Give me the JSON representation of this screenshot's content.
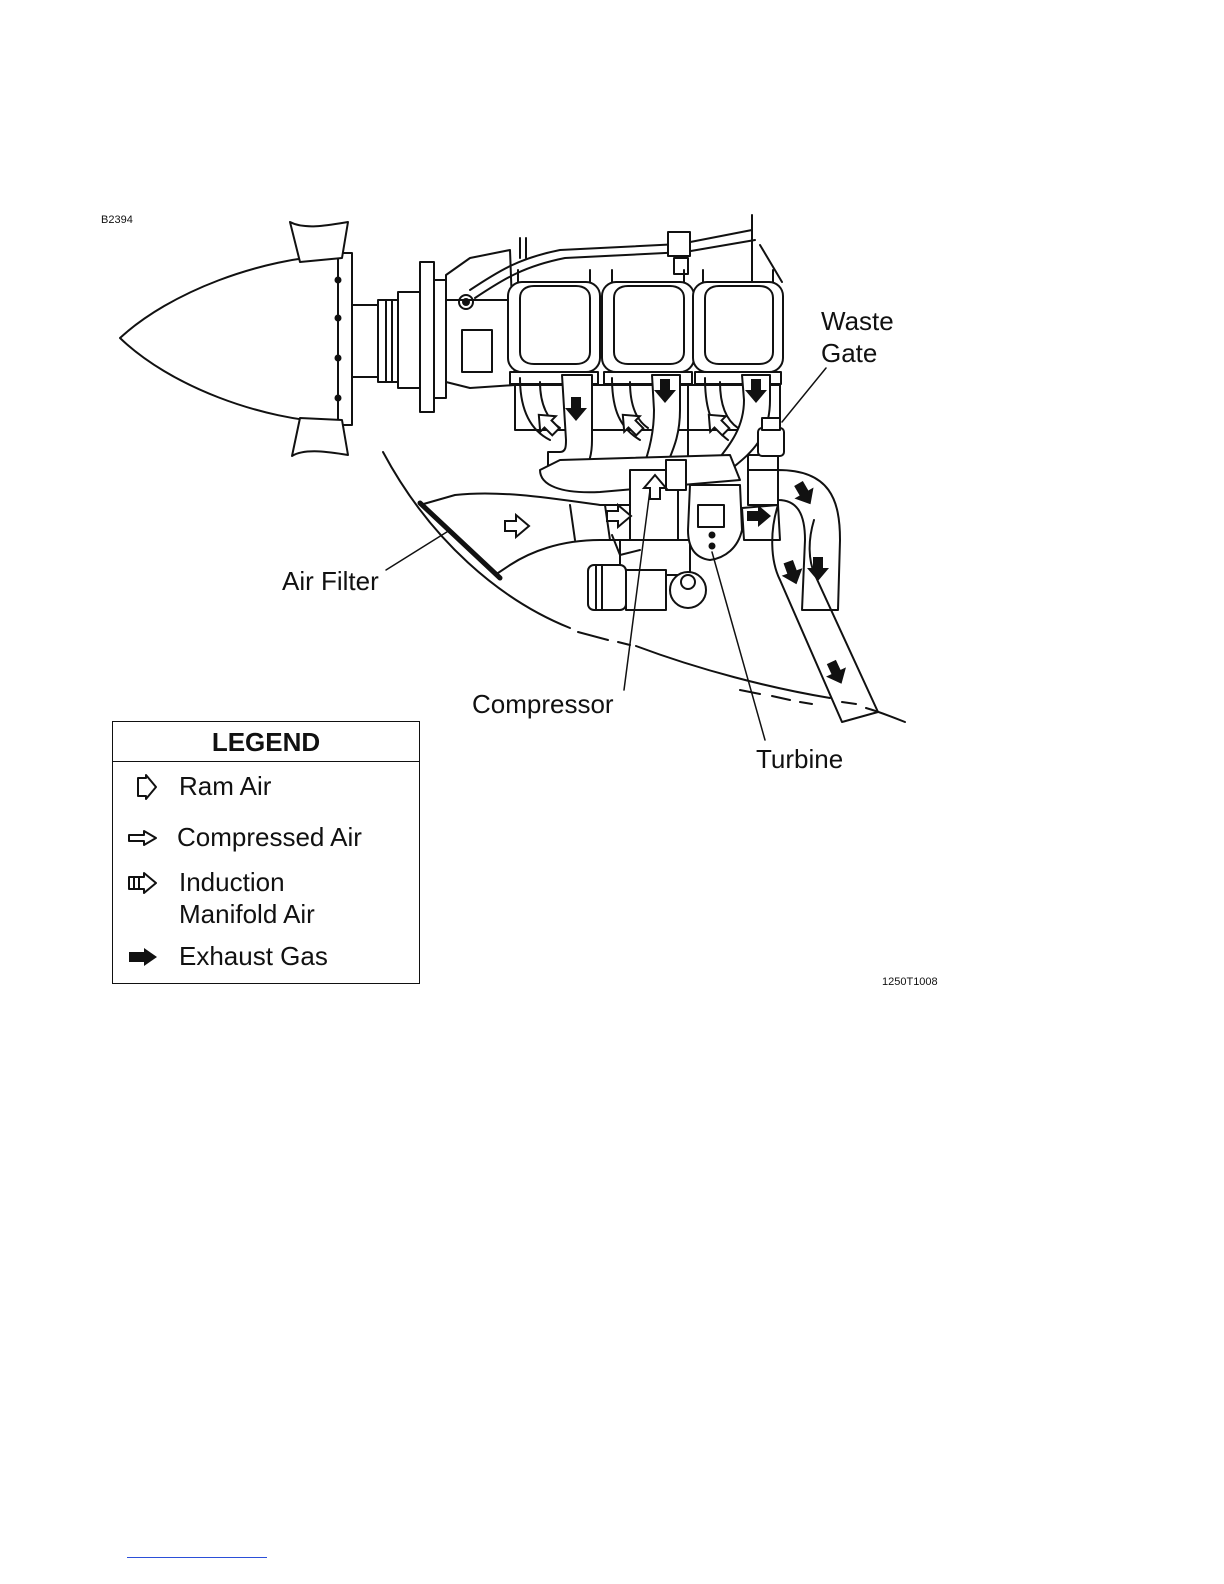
{
  "figure": {
    "ref_top": "B2394",
    "ref_bottom": "1250T1008"
  },
  "callouts": {
    "waste_gate": "Waste\nGate",
    "waste_gate_l1": "Waste",
    "waste_gate_l2": "Gate",
    "air_filter": "Air Filter",
    "compressor": "Compressor",
    "turbine": "Turbine"
  },
  "legend": {
    "title": "LEGEND",
    "items": [
      {
        "label": "Ram Air",
        "icon": "outline-arrow-icon"
      },
      {
        "label": "Compressed Air",
        "icon": "thin-outline-arrow-icon"
      },
      {
        "label_l1": "Induction",
        "label_l2": "Manifold Air",
        "icon": "banded-arrow-icon"
      },
      {
        "label": "Exhaust Gas",
        "icon": "solid-arrow-icon"
      }
    ]
  },
  "colors": {
    "line": "#111111",
    "link": "#2b4fd8"
  }
}
